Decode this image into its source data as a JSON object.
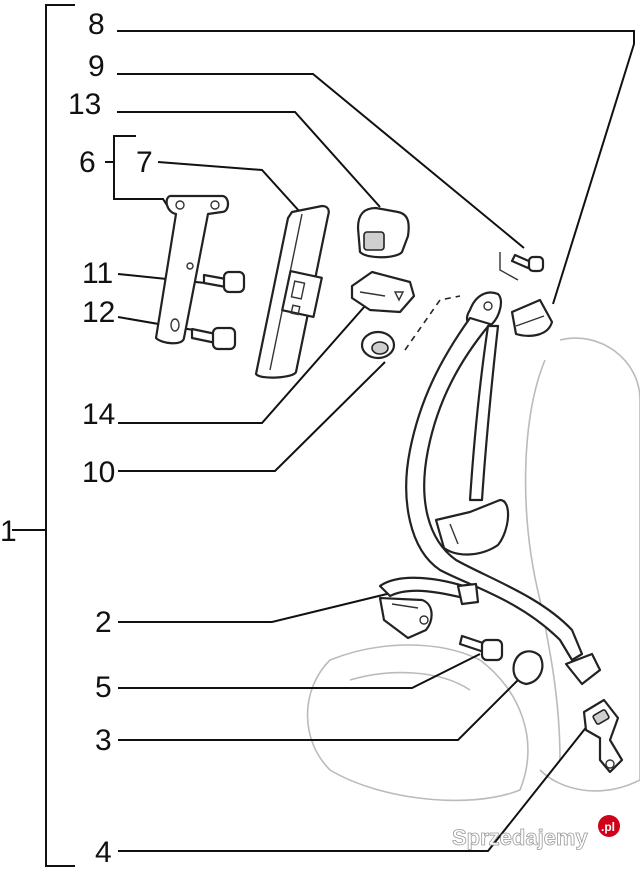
{
  "callouts": {
    "c1": "1",
    "c2": "2",
    "c3": "3",
    "c4": "4",
    "c5": "5",
    "c6": "6",
    "c7": "7",
    "c8": "8",
    "c9": "9",
    "c10": "10",
    "c11": "11",
    "c12": "12",
    "c13": "13",
    "c14": "14"
  },
  "watermark": {
    "text": "Sprzedajemy",
    "badge": ".pl"
  }
}
